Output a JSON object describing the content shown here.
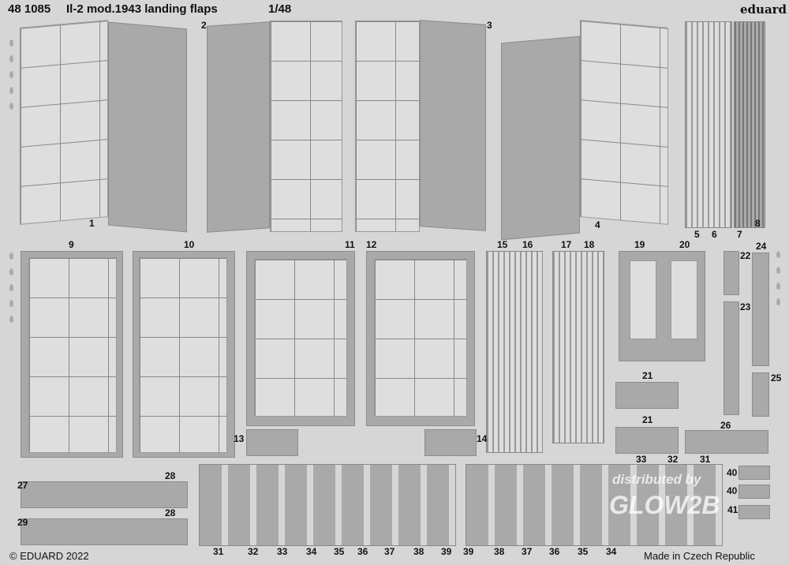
{
  "header": {
    "product_code": "48 1085",
    "title": "Il-2 mod.1943 landing flaps",
    "scale": "1/48",
    "brand": "eduard"
  },
  "footer": {
    "copyright": "© EDUARD 2022",
    "origin": "Made in Czech Republic"
  },
  "watermark": {
    "line1": "distributed by",
    "line2": "GLOW2B"
  },
  "part_numbers": [
    "1",
    "2",
    "3",
    "4",
    "5",
    "6",
    "7",
    "8",
    "9",
    "10",
    "11",
    "12",
    "13",
    "14",
    "15",
    "16",
    "17",
    "18",
    "19",
    "20",
    "21",
    "21",
    "22",
    "23",
    "24",
    "25",
    "26",
    "27",
    "28",
    "28",
    "29",
    "33",
    "32",
    "31",
    "40",
    "40",
    "41",
    "31",
    "32",
    "33",
    "34",
    "35",
    "36",
    "37",
    "38",
    "39",
    "39",
    "38",
    "37",
    "36",
    "35",
    "34"
  ],
  "colors": {
    "fret": "#d6d6d6",
    "part": "#a9a9a9",
    "panel": "#dedede"
  }
}
